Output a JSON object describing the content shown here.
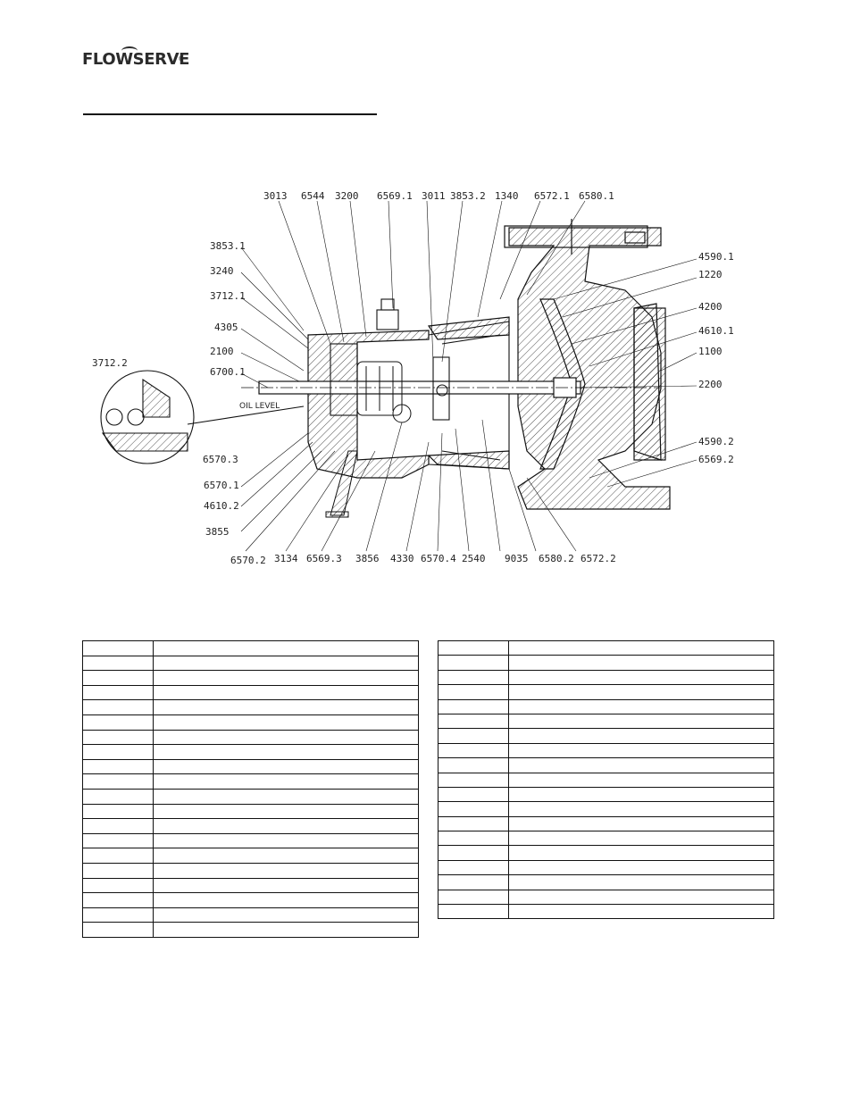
{
  "header": {
    "logo_text": "FLOWSERVE",
    "logo_mark": "®"
  },
  "drawing": {
    "callouts_top": [
      "3013",
      "6544",
      "3200",
      "6569.1",
      "3011",
      "3853.2",
      "1340",
      "6572.1",
      "6580.1"
    ],
    "callouts_left": [
      "3853.1",
      "3240",
      "3712.1",
      "4305",
      "2100",
      "6700.1",
      "3712.2",
      "6570.3",
      "6570.1",
      "4610.2",
      "3855"
    ],
    "callouts_right": [
      "4590.1",
      "1220",
      "4200",
      "4610.1",
      "1100",
      "2200",
      "4590.2",
      "6569.2"
    ],
    "callouts_bottom": [
      "6570.2",
      "3134",
      "6569.3",
      "3856",
      "4330",
      "6570.4",
      "2540",
      "9035",
      "6580.2",
      "6572.2"
    ],
    "oil_level_label": "OIL LEVEL"
  },
  "tables": {
    "left_rows": 20,
    "right_rows": 19
  }
}
